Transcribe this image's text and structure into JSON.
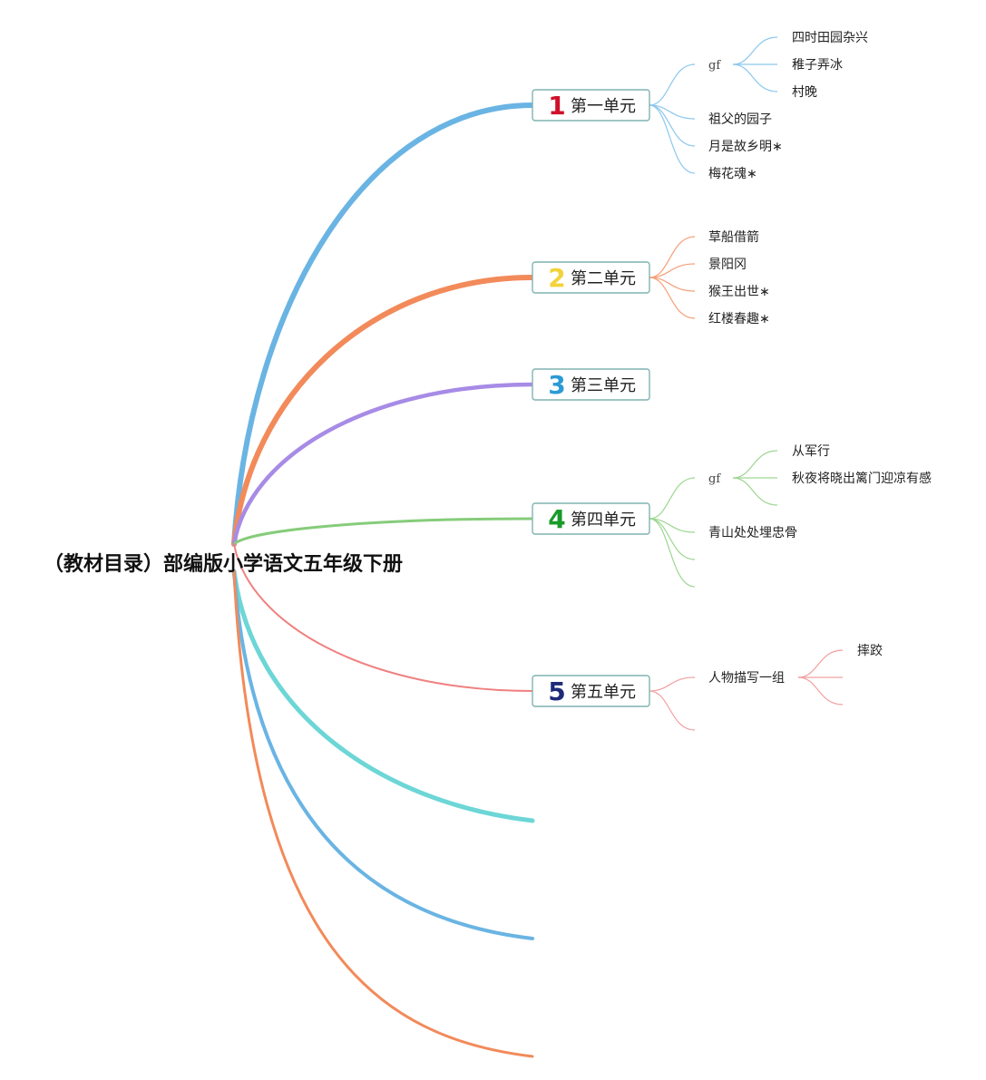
{
  "root": {
    "title": "（教材目录）部编版小学语文五年级下册"
  },
  "units": [
    {
      "number": "1",
      "number_color": "#d0102a",
      "label": "第一单元",
      "branch_color": "#6ab4e3",
      "child_color": "#8cc8ee",
      "groups": [
        {
          "label": "gf",
          "items": [
            "四时田园杂兴",
            "稚子弄冰",
            "村晚"
          ]
        }
      ],
      "leaves": [
        "祖父的园子",
        "月是故乡明∗",
        "梅花魂∗"
      ]
    },
    {
      "number": "2",
      "number_color": "#f2d33b",
      "label": "第二单元",
      "branch_color": "#f28a5a",
      "child_color": "#f4a07a",
      "groups": [],
      "leaves": [
        "草船借箭",
        "景阳冈",
        "猴王出世∗",
        "红楼春趣∗"
      ]
    },
    {
      "number": "3",
      "number_color": "#2b9ad6",
      "label": "第三单元",
      "branch_color": "#a78be6",
      "groups": [],
      "leaves": []
    },
    {
      "number": "4",
      "number_color": "#1a9a2a",
      "label": "第四单元",
      "branch_color": "#86cc7a",
      "child_color": "#9ed692",
      "groups": [
        {
          "label": "gf",
          "items": [
            "从军行",
            "秋夜将晓出篱门迎凉有感",
            ""
          ]
        }
      ],
      "leaves": [
        "青山处处埋忠骨",
        "",
        ""
      ]
    },
    {
      "number": "5",
      "number_color": "#1e2a78",
      "label": "第五单元",
      "branch_color": "#f08080",
      "child_color": "#f2a0a0",
      "groups": [
        {
          "label": "人物描写一组",
          "items": [
            "摔跤",
            "",
            ""
          ]
        }
      ],
      "leaves": [
        ""
      ]
    }
  ],
  "empty_branches": [
    {
      "color": "#6dd6d6"
    },
    {
      "color": "#6ab4e3"
    },
    {
      "color": "#f28a5a"
    }
  ]
}
